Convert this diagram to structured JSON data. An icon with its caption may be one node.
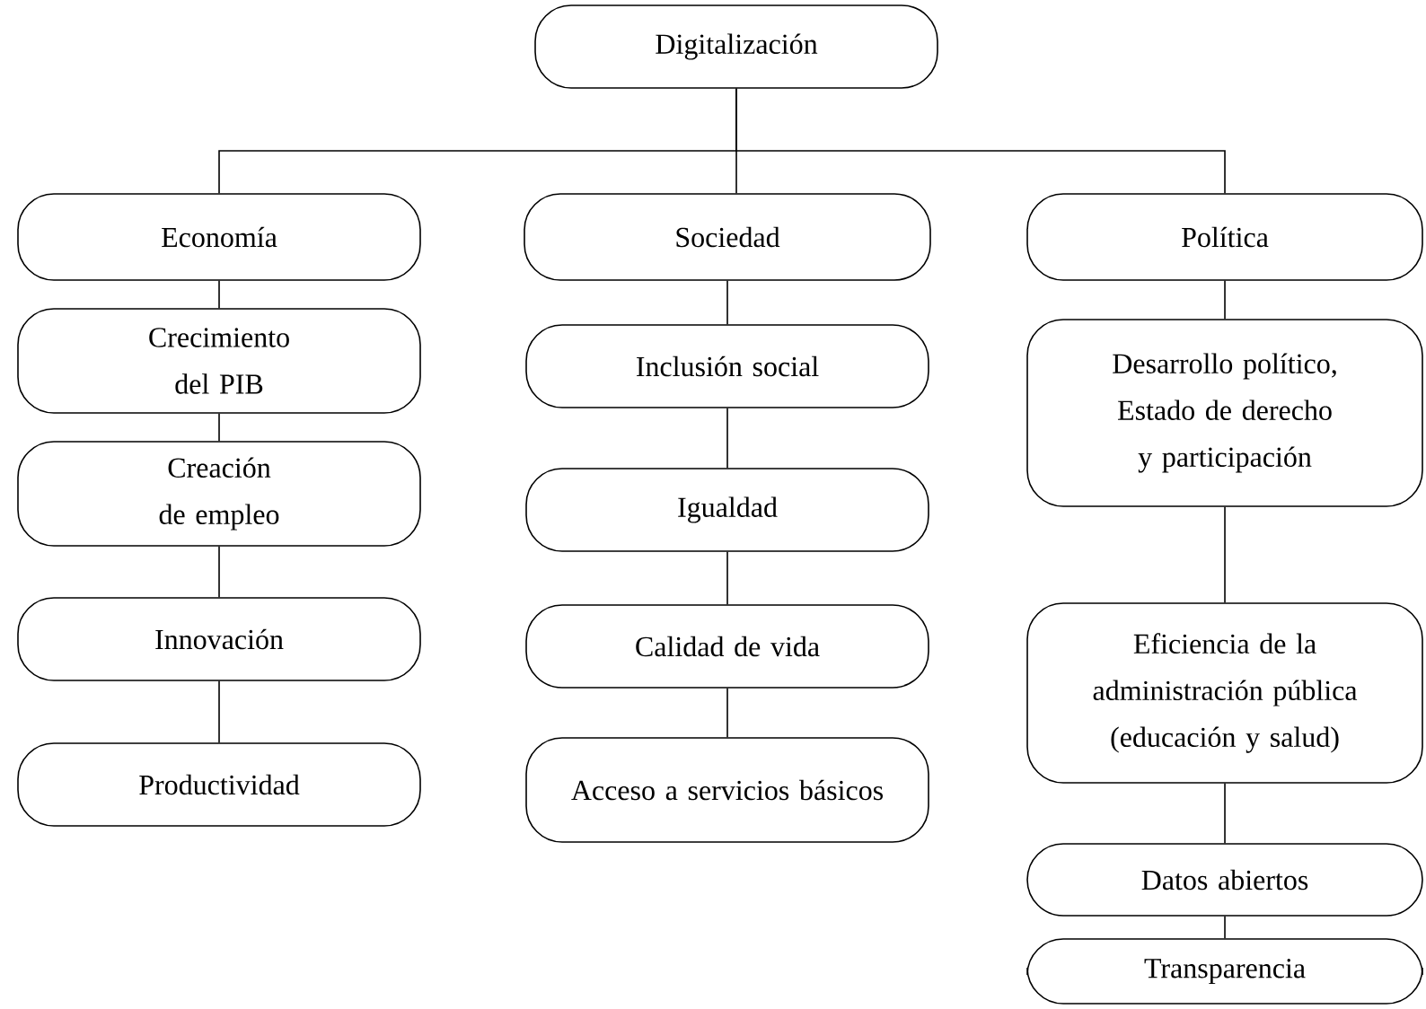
{
  "diagram": {
    "nodes": [
      {
        "text": [
          "Digitalización"
        ]
      },
      {
        "text": [
          "Economía"
        ]
      },
      {
        "text": [
          "Sociedad"
        ]
      },
      {
        "text": [
          "Política"
        ]
      },
      {
        "text": [
          "Crecimiento del PIB"
        ]
      },
      {
        "text": [
          "Creación de empleo"
        ]
      },
      {
        "text": [
          "Innovación"
        ]
      },
      {
        "text": [
          "Productividad"
        ]
      },
      {
        "text": [
          "Inclusión social"
        ]
      },
      {
        "text": [
          "Igualdad"
        ]
      },
      {
        "text": [
          "Calidad de vida"
        ]
      },
      {
        "text": [
          "Acceso a servicios básicos"
        ]
      },
      {
        "text": [
          "Desarrollo político, Estado de derecho y participación"
        ]
      },
      {
        "text": [
          "Eficiencia de la administración pública (educación y salud)"
        ]
      },
      {
        "text": [
          "Datos abiertos"
        ]
      },
      {
        "text": [
          "Transparencia"
        ]
      }
    ],
    "edges": [
      {
        "from": 0,
        "to": 1,
        "arrow": "none"
      },
      {
        "from": 0,
        "to": 2,
        "arrow": "none"
      },
      {
        "from": 0,
        "to": 3,
        "arrow": "none"
      },
      {
        "from": 1,
        "to": 4,
        "arrow": "none"
      },
      {
        "from": 4,
        "to": 5,
        "arrow": "none"
      },
      {
        "from": 5,
        "to": 6,
        "arrow": "none"
      },
      {
        "from": 6,
        "to": 7,
        "arrow": "none"
      },
      {
        "from": 2,
        "to": 8,
        "arrow": "none"
      },
      {
        "from": 8,
        "to": 9,
        "arrow": "none"
      },
      {
        "from": 9,
        "to": 10,
        "arrow": "none"
      },
      {
        "from": 10,
        "to": 11,
        "arrow": "none"
      },
      {
        "from": 3,
        "to": 12,
        "arrow": "none"
      },
      {
        "from": 12,
        "to": 13,
        "arrow": "none"
      },
      {
        "from": 13,
        "to": 14,
        "arrow": "none"
      },
      {
        "from": 14,
        "to": 15,
        "arrow": "none"
      }
    ]
  }
}
